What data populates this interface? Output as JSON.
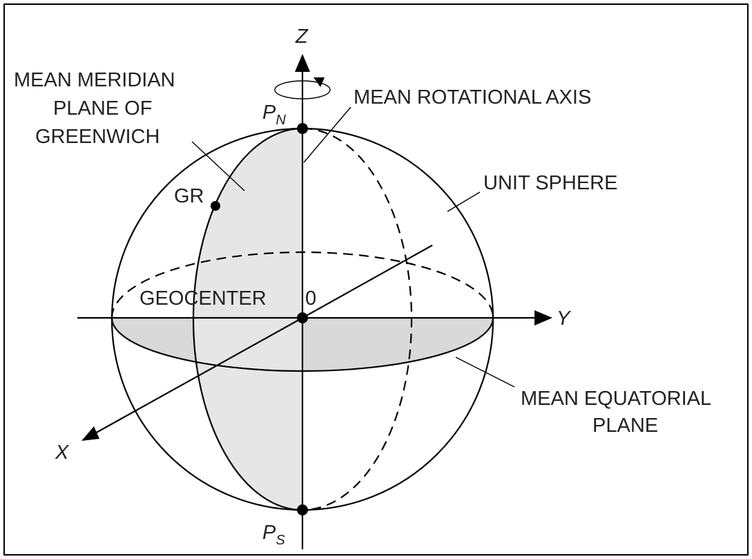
{
  "labels": {
    "z_axis": "Z",
    "y_axis": "Y",
    "x_axis": "X",
    "meridian_plane_line1": "MEAN MERIDIAN",
    "meridian_plane_line2": "PLANE OF",
    "meridian_plane_line3": "GREENWICH",
    "rotational_axis": "MEAN ROTATIONAL AXIS",
    "unit_sphere": "UNIT SPHERE",
    "greenwich_point": "GR",
    "geocenter": "GEOCENTER",
    "origin": "0",
    "equatorial_plane_line1": "MEAN EQUATORIAL",
    "equatorial_plane_line2": "PLANE",
    "north_pole": "P",
    "north_pole_sub": "N",
    "south_pole": "P",
    "south_pole_sub": "S"
  },
  "colors": {
    "plane_fill": "#d9d9d9",
    "meridian_fill": "#e6e6e6",
    "stroke": "#000000"
  }
}
